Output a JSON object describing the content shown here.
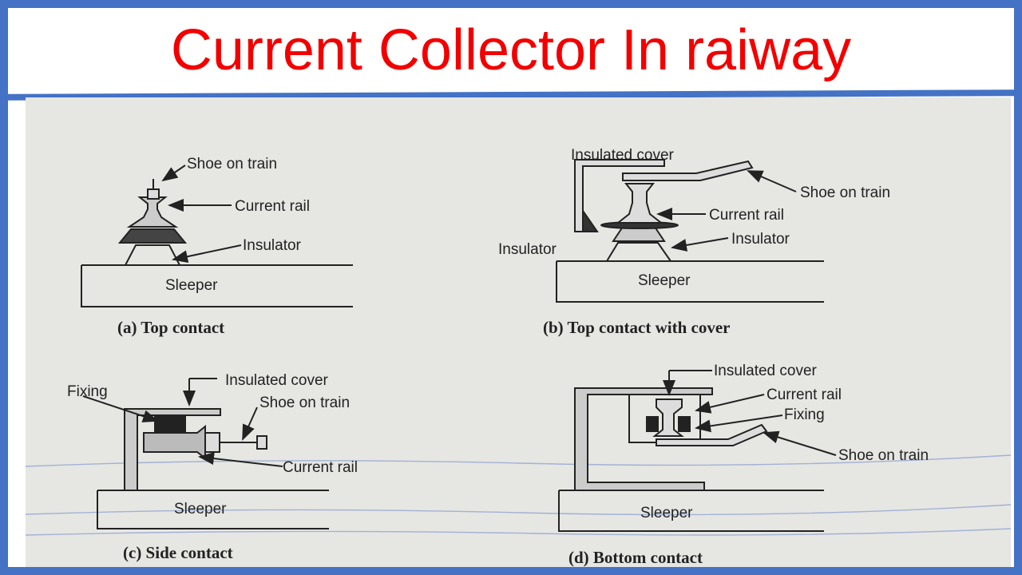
{
  "title": "Current Collector In raiway",
  "colors": {
    "title": "#f20000",
    "border": "#4472c4",
    "paper": "#e6e6e3",
    "ink": "#222222"
  },
  "panels": {
    "a": {
      "caption": "(a) Top contact",
      "shoe": "Shoe on train",
      "rail": "Current rail",
      "insulator": "Insulator",
      "sleeper": "Sleeper"
    },
    "b": {
      "caption": "(b) Top contact with cover",
      "cover": "Insulated cover",
      "shoe": "Shoe on train",
      "rail": "Current rail",
      "insulator_left": "Insulator",
      "insulator_right": "Insulator",
      "sleeper": "Sleeper"
    },
    "c": {
      "caption": "(c) Side contact",
      "fixing": "Fixing",
      "cover": "Insulated cover",
      "shoe": "Shoe on train",
      "rail": "Current rail",
      "sleeper": "Sleeper"
    },
    "d": {
      "caption": "(d) Bottom contact",
      "cover": "Insulated cover",
      "rail": "Current rail",
      "fixing": "Fixing",
      "shoe": "Shoe on train",
      "sleeper": "Sleeper"
    }
  }
}
